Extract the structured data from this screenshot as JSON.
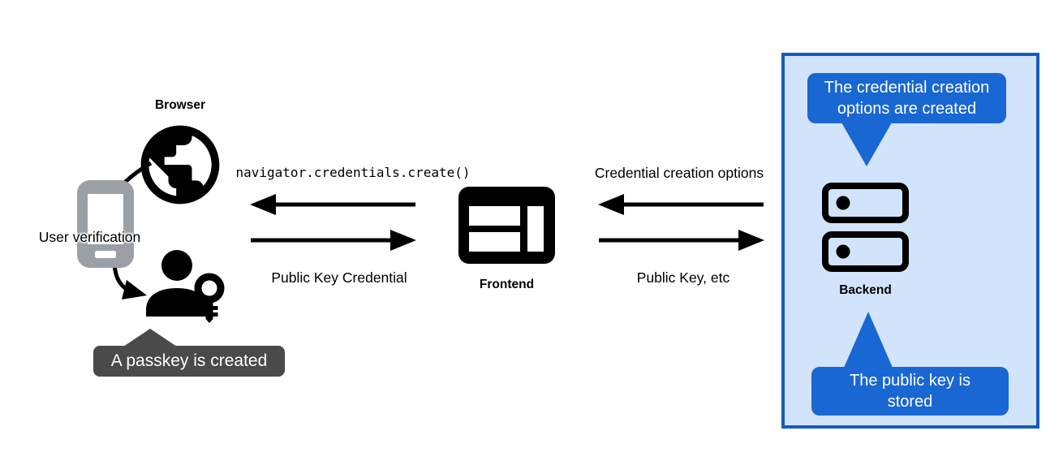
{
  "diagram": {
    "browser": {
      "label": "Browser",
      "user_verification_label": "User verification",
      "passkey_tooltip": "A passkey is created"
    },
    "frontend": {
      "label": "Frontend",
      "call_to_browser_label": "navigator.credentials.create()",
      "return_from_browser_label": "Public Key Credential"
    },
    "backend": {
      "label": "Backend",
      "request_to_frontend_label": "Credential creation options",
      "response_from_frontend_label": "Public Key, etc",
      "tooltip_options": "The credential creation\noptions are created",
      "tooltip_stored": "The public key is\nstored"
    },
    "icons": {
      "globe": "globe-icon",
      "smartphone": "smartphone-icon",
      "person_key": "person-with-key-icon",
      "frontend_window": "browser-window-icon",
      "server": "server-stack-icon"
    },
    "colors": {
      "icon_black": "#000000",
      "phone_gray": "#9aa0a6",
      "dark_tooltip_bg": "#4a4a4a",
      "blue_tooltip_bg": "#1967d2",
      "panel_fill": "#d2e3fc",
      "panel_border": "#185abc",
      "tooltip_text": "#ffffff"
    }
  }
}
